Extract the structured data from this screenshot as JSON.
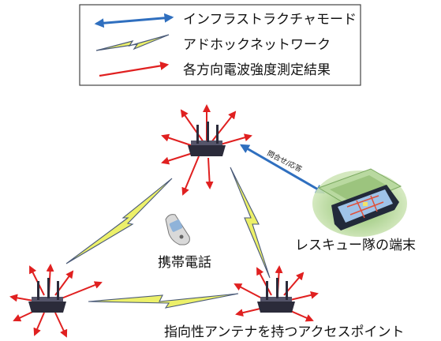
{
  "legend": {
    "infrastructure_mode": "インフラストラクチャモード",
    "adhoc_network": "アドホックネットワーク",
    "signal_measurement": "各方向電波強度測定結果"
  },
  "labels": {
    "mobile_phone": "携帯電話",
    "rescue_terminal": "レスキュー隊の端末",
    "query_response": "問合せ/応答",
    "access_point": "指向性アンテナを持つアクセスポイント"
  },
  "colors": {
    "infra_arrow": "#2f6fbf",
    "adhoc_bolt_fill": "#ecf06a",
    "adhoc_bolt_stroke": "#4a5a78",
    "measure_arrow": "#e02020",
    "router_body": "#2b2b3a",
    "legend_border": "#444444"
  },
  "icons": {
    "router": "router-icon",
    "phone": "mobile-phone-icon",
    "terminal": "map-terminal-icon",
    "bolt": "lightning-bolt-icon"
  }
}
